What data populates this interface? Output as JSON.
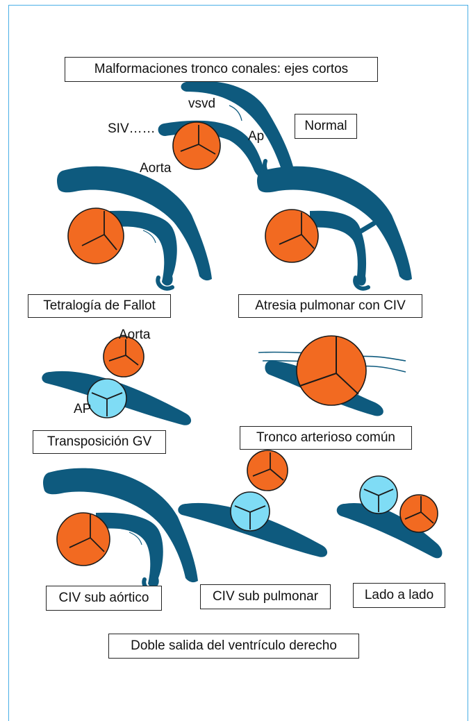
{
  "title": "Malformaciones tronco conales: ejes cortos",
  "normal": {
    "caption": "Normal",
    "label_vsvd": "vsvd",
    "label_siv": "SIV……",
    "label_ap": "Ap",
    "label_aorta": "Aorta"
  },
  "fallot": {
    "caption": "Tetralogía de Fallot"
  },
  "atresia": {
    "caption": "Atresia pulmonar  con CIV"
  },
  "transposicion": {
    "caption": "Transposición GV",
    "label_aorta": "Aorta",
    "label_ap": "AP"
  },
  "tronco": {
    "caption": "Tronco arterioso común"
  },
  "civ_sub_aortico": {
    "caption": "CIV sub aórtico"
  },
  "civ_sub_pulmonar": {
    "caption": "CIV sub pulmonar"
  },
  "lado_a_lado": {
    "caption": "Lado a  lado"
  },
  "footer": {
    "caption": "Doble salida del ventrículo derecho"
  },
  "colors": {
    "frame": "#49aee6",
    "muscle": "#0e5a7e",
    "aorta": "#f26a21",
    "pulmonary": "#7fdcf5",
    "valve_line": "#1a1a1a"
  }
}
